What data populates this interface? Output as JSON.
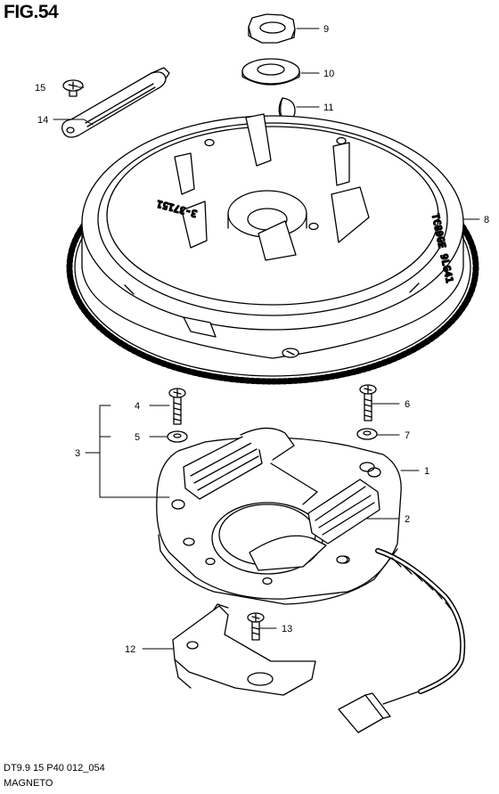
{
  "figure": {
    "title": "FIG.54",
    "code": "DT9.9 15 P40 012_054",
    "name": "MAGNETO"
  },
  "parts": [
    {
      "num": "1",
      "name": "stator-base"
    },
    {
      "num": "2",
      "name": "stator-coil"
    },
    {
      "num": "3",
      "name": "screw-washer-set"
    },
    {
      "num": "4",
      "name": "screw"
    },
    {
      "num": "5",
      "name": "washer"
    },
    {
      "num": "6",
      "name": "screw"
    },
    {
      "num": "7",
      "name": "washer"
    },
    {
      "num": "8",
      "name": "flywheel"
    },
    {
      "num": "9",
      "name": "nut"
    },
    {
      "num": "10",
      "name": "washer"
    },
    {
      "num": "11",
      "name": "key"
    },
    {
      "num": "12",
      "name": "plate"
    },
    {
      "num": "13",
      "name": "screw"
    },
    {
      "num": "14",
      "name": "clamp"
    },
    {
      "num": "15",
      "name": "screw"
    }
  ],
  "flywheel_marks": {
    "left": "3-37151",
    "right": "TC80GE 9LG41"
  }
}
